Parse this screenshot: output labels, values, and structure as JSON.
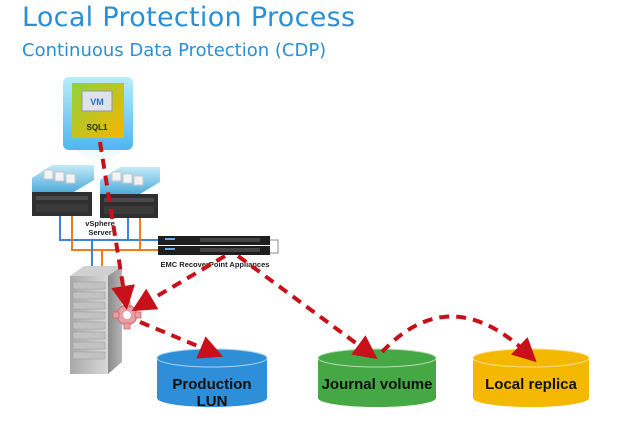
{
  "header": {
    "title": "Local Protection Process",
    "subtitle": "Continuous Data Protection (CDP)"
  },
  "vm": {
    "badge": "VM",
    "name": "SQL1"
  },
  "hosts": {
    "label_line1": "vSphere",
    "label_line2": "Server"
  },
  "appliances": {
    "label": "EMC RecoverPoint Appliances"
  },
  "volumes": [
    {
      "label": "Production LUN",
      "color": "#2e8fd8"
    },
    {
      "label": "Journal volume",
      "color": "#45a845"
    },
    {
      "label": "Local replica",
      "color": "#f4b800"
    }
  ],
  "colors": {
    "accent": "#2a8fd4",
    "arrow": "#c8101a",
    "link_blue": "#3b82d8",
    "link_orange": "#f07d1c"
  }
}
